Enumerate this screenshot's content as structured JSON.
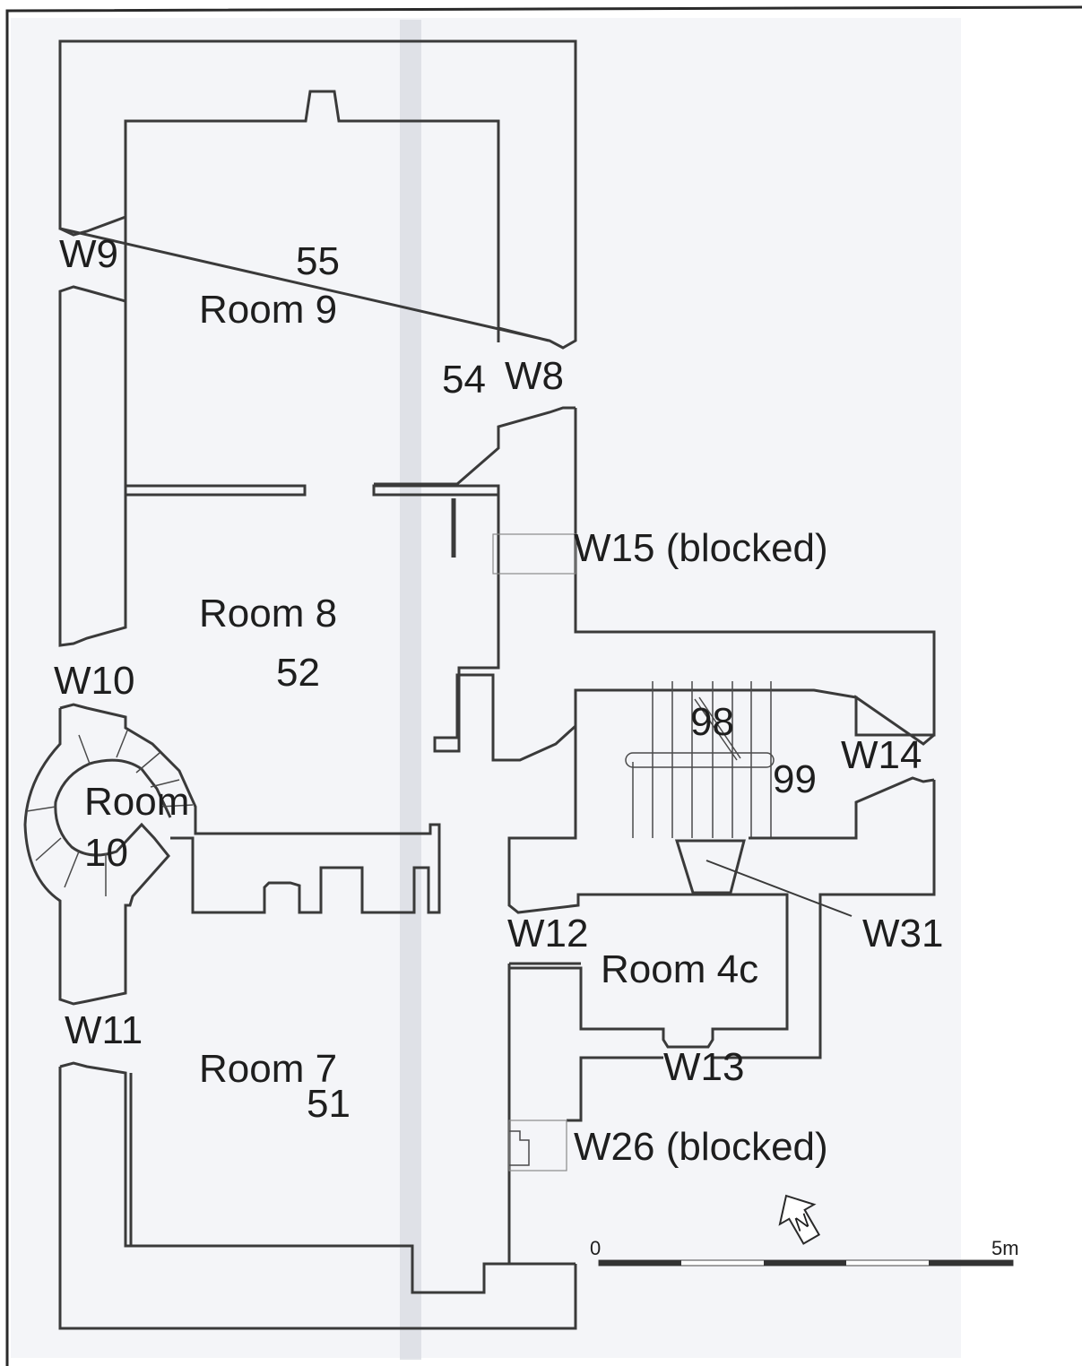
{
  "labels": {
    "w9": "W9",
    "n55": "55",
    "room9": "Room 9",
    "n54": "54",
    "w8": "W8",
    "w15": "W15 (blocked)",
    "room8": "Room 8",
    "n52": "52",
    "w10": "W10",
    "n98": "98",
    "w14": "W14",
    "n99": "99",
    "room10a": "Room",
    "room10b": "10",
    "w12": "W12",
    "w31": "W31",
    "room4c": "Room 4c",
    "w11": "W11",
    "room7": "Room 7",
    "w13": "W13",
    "n51": "51",
    "w26": "W26 (blocked)",
    "north": "N",
    "scale_start": "0",
    "scale_end": "5m"
  },
  "colors": {
    "paper": "#ffffff",
    "ink": "#1e1e1e",
    "wall": "#3a3a3a",
    "fold": "#d6d9e0",
    "border": "#2a2a2a"
  }
}
